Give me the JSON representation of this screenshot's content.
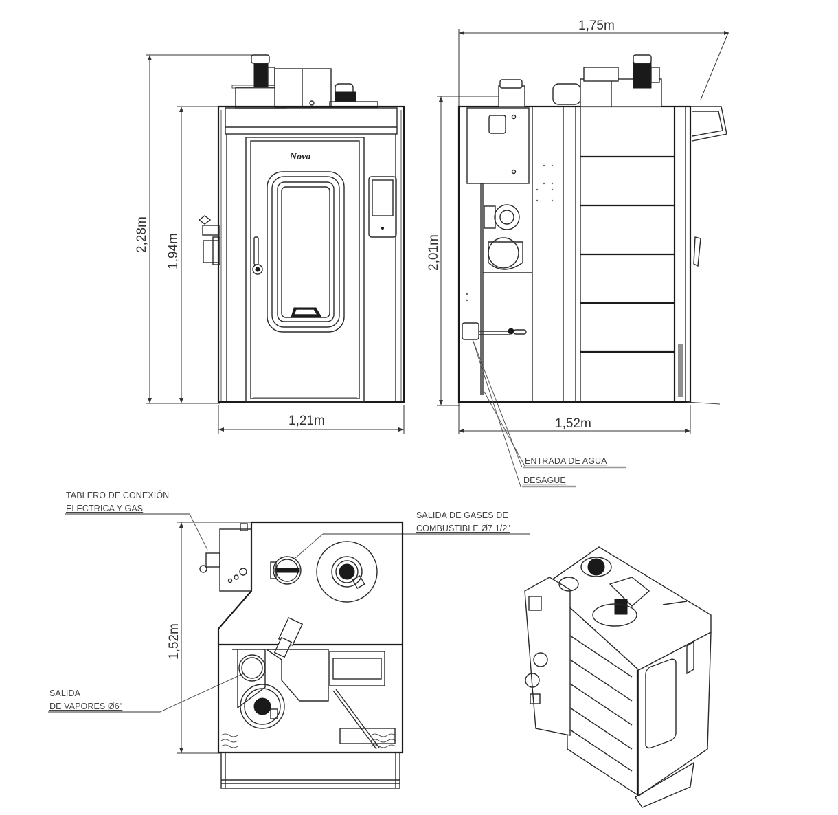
{
  "drawing": {
    "views": [
      "front-view",
      "side-view",
      "top-view",
      "isometric-view"
    ],
    "brand_logo": "Nova"
  },
  "dimensions": {
    "front_total_height": "2,28m",
    "front_body_height": "1,94m",
    "front_width": "1,21m",
    "side_total_depth": "1,75m",
    "side_height": "2,01m",
    "side_body_depth": "1,52m",
    "top_depth": "1,52m"
  },
  "labels": {
    "water_inlet": "ENTRADA DE AGUA",
    "drain": "DESAGUE",
    "panel_line1": "TABLERO DE CONEXIÓN",
    "panel_line2": "ELECTRICA Y GAS",
    "flue_line1": "SALIDA DE GASES DE",
    "flue_line2": "COMBUSTIBLE Ø7 1/2\"",
    "vapor_line1": "SALIDA",
    "vapor_line2": "DE VAPORES Ø6\""
  }
}
